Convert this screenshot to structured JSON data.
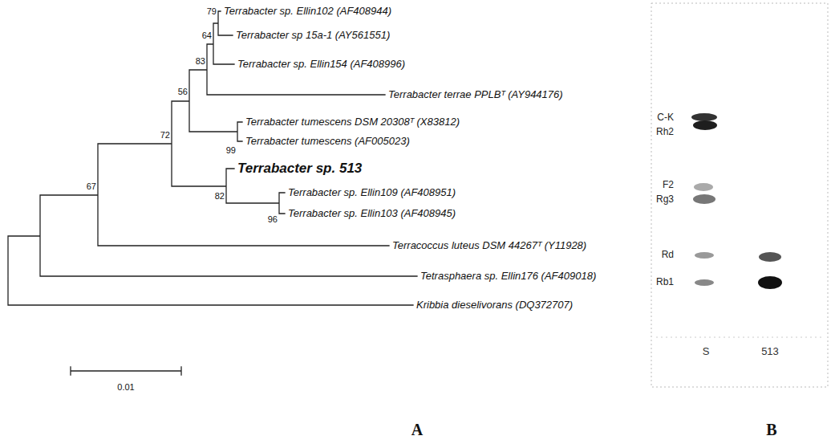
{
  "diagram": {
    "labels": [
      "Terrabacter sp. Ellin102 (AF408944)",
      "79",
      "Terrabacter sp 15a-1 (AY561551)",
      "64",
      "Terrabacter sp. Ellin154 (AF408996)",
      "83",
      "Terrabacter terrae PPLBᵀ (AY944176)",
      "56",
      "Terrabacter tumescens DSM 20308ᵀ (X83812)",
      "99",
      "Terrabacter tumescens (AF005023)",
      "72",
      "Terrabacter sp. 513",
      "82",
      "Terrabacter sp. Ellin109 (AF408951)",
      "96",
      "Terrabacter sp. Ellin103 (AF408945)",
      "67",
      "Terracoccus luteus DSM 44267ᵀ (Y11928)",
      "Tetrasphaera sp. Ellin176 (AF409018)",
      "Kribbia dieselivorans (DQ372707)",
      "0.01",
      "A",
      "C-K",
      "Rh2",
      "F2",
      "Rg3",
      "Rd",
      "Rb1",
      "S",
      "513",
      "B"
    ]
  }
}
